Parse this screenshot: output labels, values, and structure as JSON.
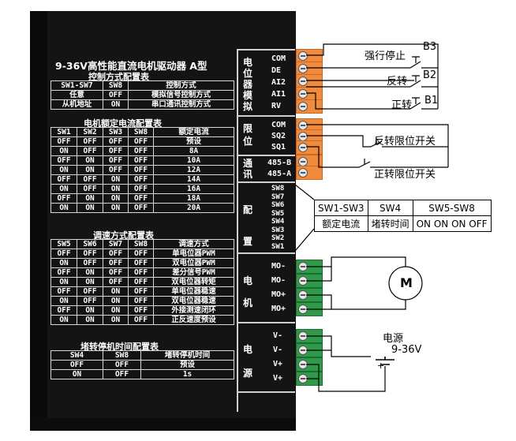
{
  "driver": {
    "title": "9-36V高性能直流电机驱动器 A型",
    "control_table": {
      "title": "控制方式配置表",
      "header": [
        "SW1-SW7",
        "SW8",
        "控制方式"
      ],
      "rows": [
        [
          "任意",
          "OFF",
          "模拟信号控制方式"
        ],
        [
          "从机地址",
          "ON",
          "串口通讯控制方式"
        ]
      ]
    },
    "current_table": {
      "title": "电机额定电流配置表",
      "header": [
        "SW1",
        "SW2",
        "SW3",
        "SW8",
        "额定电流"
      ],
      "rows": [
        [
          "OFF",
          "OFF",
          "OFF",
          "OFF",
          "预设"
        ],
        [
          "ON",
          "OFF",
          "OFF",
          "OFF",
          "8A"
        ],
        [
          "OFF",
          "ON",
          "OFF",
          "OFF",
          "10A"
        ],
        [
          "ON",
          "ON",
          "OFF",
          "OFF",
          "12A"
        ],
        [
          "OFF",
          "OFF",
          "ON",
          "OFF",
          "14A"
        ],
        [
          "ON",
          "OFF",
          "ON",
          "OFF",
          "16A"
        ],
        [
          "OFF",
          "ON",
          "ON",
          "OFF",
          "18A"
        ],
        [
          "ON",
          "ON",
          "ON",
          "OFF",
          "20A"
        ]
      ]
    },
    "speed_table": {
      "title": "调速方式配置表",
      "header": [
        "SW5",
        "SW6",
        "SW7",
        "SW8",
        "调速方式"
      ],
      "rows": [
        [
          "OFF",
          "OFF",
          "OFF",
          "OFF",
          "单电位器PWM"
        ],
        [
          "ON",
          "OFF",
          "OFF",
          "OFF",
          "双电位器PWM"
        ],
        [
          "OFF",
          "ON",
          "OFF",
          "OFF",
          "差分信号PWM"
        ],
        [
          "ON",
          "ON",
          "OFF",
          "OFF",
          "双电位器转矩"
        ],
        [
          "OFF",
          "OFF",
          "ON",
          "OFF",
          "单电位器稳速"
        ],
        [
          "ON",
          "OFF",
          "ON",
          "OFF",
          "双电位器稳速"
        ],
        [
          "OFF",
          "ON",
          "ON",
          "OFF",
          "外接测速闭环"
        ],
        [
          "ON",
          "ON",
          "ON",
          "OFF",
          "正反速度预设"
        ]
      ]
    },
    "stall_table": {
      "title": "堵转停机时间配置表",
      "header": [
        "SW4",
        "SW8",
        "堵转停机时间"
      ],
      "rows": [
        [
          "OFF",
          "OFF",
          "预设"
        ],
        [
          "ON",
          "OFF",
          "1s"
        ]
      ]
    }
  },
  "terminal_groups": [
    {
      "label": "电位器模拟",
      "terminals": [
        "COM",
        "DE",
        "AI2",
        "AI1",
        "RV"
      ]
    },
    {
      "label": "限位",
      "terminals": [
        "COM",
        "SQ2",
        "SQ1"
      ]
    },
    {
      "label": "通讯",
      "terminals": [
        "485-B",
        "485-A"
      ]
    },
    {
      "label": "配置",
      "terminals": [
        "SW8",
        "SW7",
        "SW6",
        "SW5",
        "SW4",
        "SW3",
        "SW2",
        "SW1"
      ]
    },
    {
      "label": "电机",
      "terminals": [
        "MO-",
        "MO-",
        "MO+",
        "MO+"
      ]
    },
    {
      "label": "电源",
      "terminals": [
        "V-",
        "V-",
        "V+",
        "V+"
      ]
    }
  ],
  "external": {
    "buttons": [
      {
        "label": "强行停止",
        "key": "B3"
      },
      {
        "label": "反转",
        "key": "B2"
      },
      {
        "label": "正转",
        "key": "B1"
      }
    ],
    "limit_switches": [
      "反转限位开关",
      "正转限位开关"
    ],
    "switch_table": {
      "header": [
        "SW1-SW3",
        "SW4",
        "SW5-SW8"
      ],
      "row": [
        "额定电流",
        "堵转时间",
        "ON ON ON OFF"
      ]
    },
    "motor_label": "M",
    "power": {
      "label": "电源",
      "voltage": "9-36V",
      "plus": "+"
    }
  },
  "colors": {
    "panel": "#141414",
    "orange_terminal": "#f08a3c",
    "green_terminal": "#2f9a4a"
  }
}
